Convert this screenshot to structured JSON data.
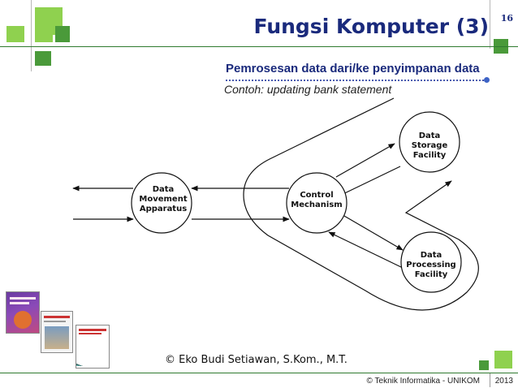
{
  "slide": {
    "title": "Fungsi Komputer (3)",
    "page_number": "16",
    "subtitle": "Pemrosesan data dari/ke penyimpanan data",
    "example": "Contoh: updating bank statement"
  },
  "diagram": {
    "nodes": {
      "movement": [
        "Data",
        "Movement",
        "Apparatus"
      ],
      "control": [
        "Control",
        "Mechanism"
      ],
      "storage": [
        "Data",
        "Storage",
        "Facility"
      ],
      "processing": [
        "Data",
        "Processing",
        "Facility"
      ]
    }
  },
  "footer": {
    "author": "© Eko Budi Setiawan, S.Kom., M.T.",
    "institution": "© Teknik Informatika - UNIKOM",
    "year": "2013"
  },
  "colors": {
    "title": "#1a2a7c",
    "decor_green_light": "#8fd14f",
    "decor_green_dark": "#2f7a2f"
  },
  "decor": {
    "book_covers": [
      "book-cover-1",
      "book-cover-2",
      "book-cover-3"
    ]
  }
}
